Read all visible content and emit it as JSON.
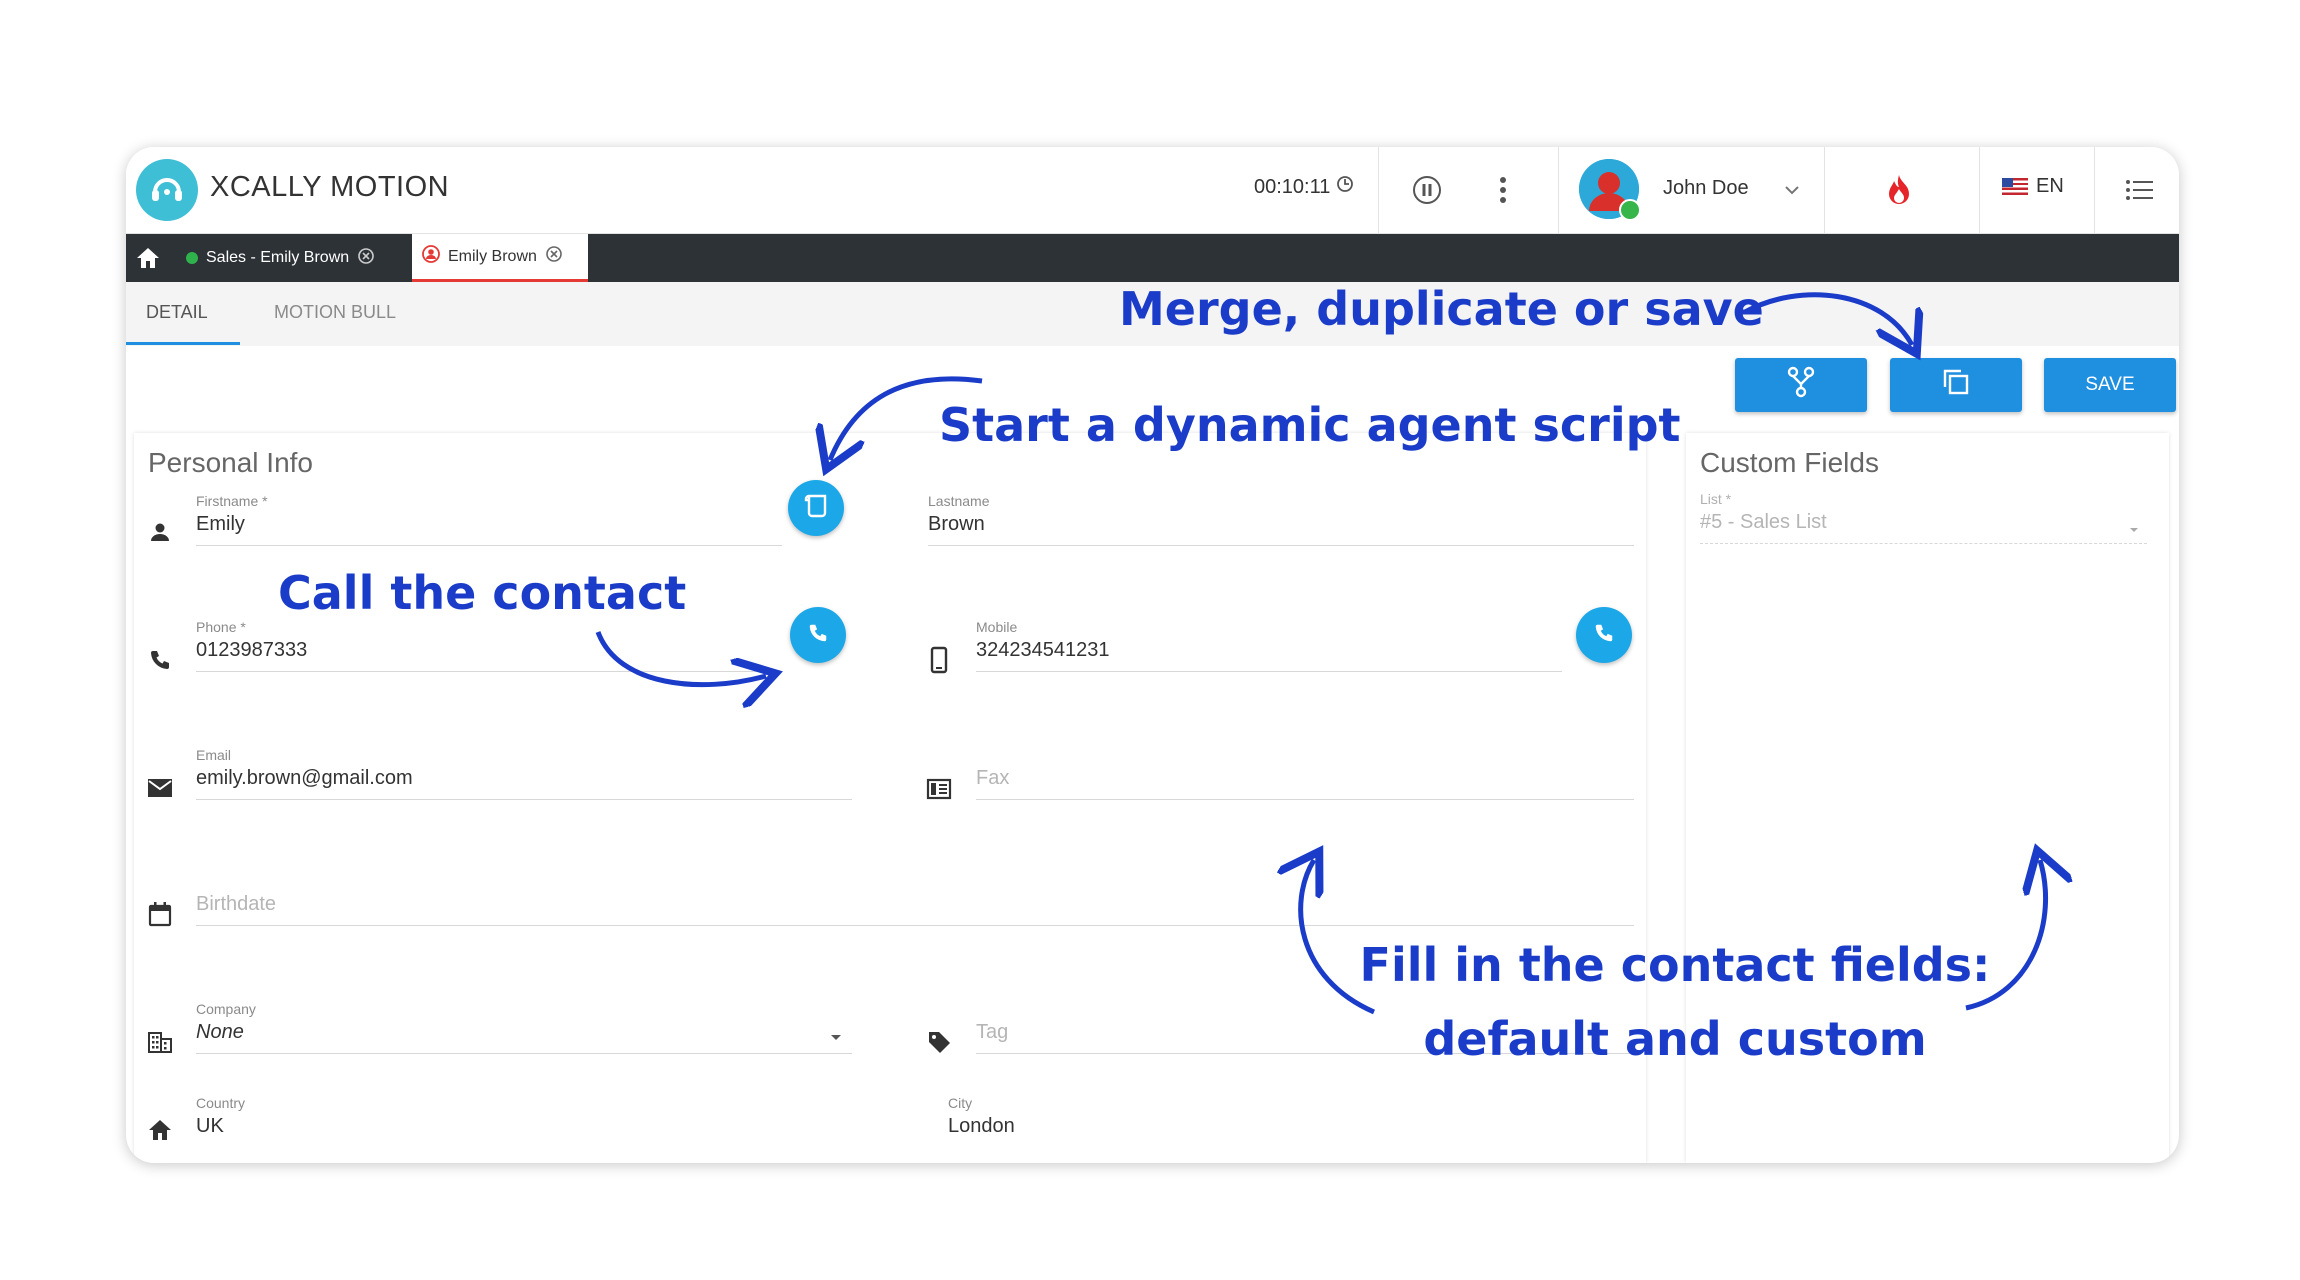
{
  "app": {
    "name": "XCALLY MOTION"
  },
  "topbar": {
    "timer": "00:10:11",
    "user": {
      "name": "John Doe"
    },
    "language": "EN"
  },
  "tabs": [
    {
      "label": "Sales - Emily Brown"
    },
    {
      "label": "Emily Brown"
    }
  ],
  "subtabs": {
    "detail": "DETAIL",
    "motion_bull": "MOTION BULL"
  },
  "actions": {
    "save_label": "SAVE"
  },
  "personal_info": {
    "title": "Personal Info",
    "firstname": {
      "label": "Firstname *",
      "value": "Emily"
    },
    "lastname": {
      "label": "Lastname",
      "value": "Brown"
    },
    "phone": {
      "label": "Phone *",
      "value": "0123987333"
    },
    "mobile": {
      "label": "Mobile",
      "value": "324234541231"
    },
    "email": {
      "label": "Email",
      "value": "emily.brown@gmail.com"
    },
    "fax": {
      "placeholder": "Fax"
    },
    "birthdate": {
      "placeholder": "Birthdate"
    },
    "company": {
      "label": "Company",
      "value": "None"
    },
    "tag": {
      "placeholder": "Tag"
    },
    "country": {
      "label": "Country",
      "value": "UK"
    },
    "city": {
      "label": "City",
      "value": "London"
    }
  },
  "custom_fields": {
    "title": "Custom Fields",
    "list": {
      "label": "List *",
      "value": "#5 - Sales List"
    }
  },
  "annotations": {
    "merge": "Merge, duplicate or save",
    "script": "Start a dynamic agent script",
    "call": "Call the contact",
    "fill_line1": "Fill in the contact fields:",
    "fill_line2": "default and custom"
  },
  "colors": {
    "accent": "#1f8fe0",
    "annotation": "#1a3cc9",
    "tabbar": "#2d3237"
  },
  "icons": [
    "logo-headset-icon",
    "clock-icon",
    "pause-icon",
    "more-vert-icon",
    "chevron-down-icon",
    "fire-icon",
    "flag-us-icon",
    "menu-list-icon",
    "home-icon",
    "close-circle-icon",
    "merge-icon",
    "duplicate-icon",
    "person-icon",
    "script-icon",
    "phone-icon",
    "mobile-icon",
    "email-icon",
    "fax-icon",
    "calendar-icon",
    "company-icon",
    "tag-icon",
    "dropdown-arrow-icon"
  ]
}
